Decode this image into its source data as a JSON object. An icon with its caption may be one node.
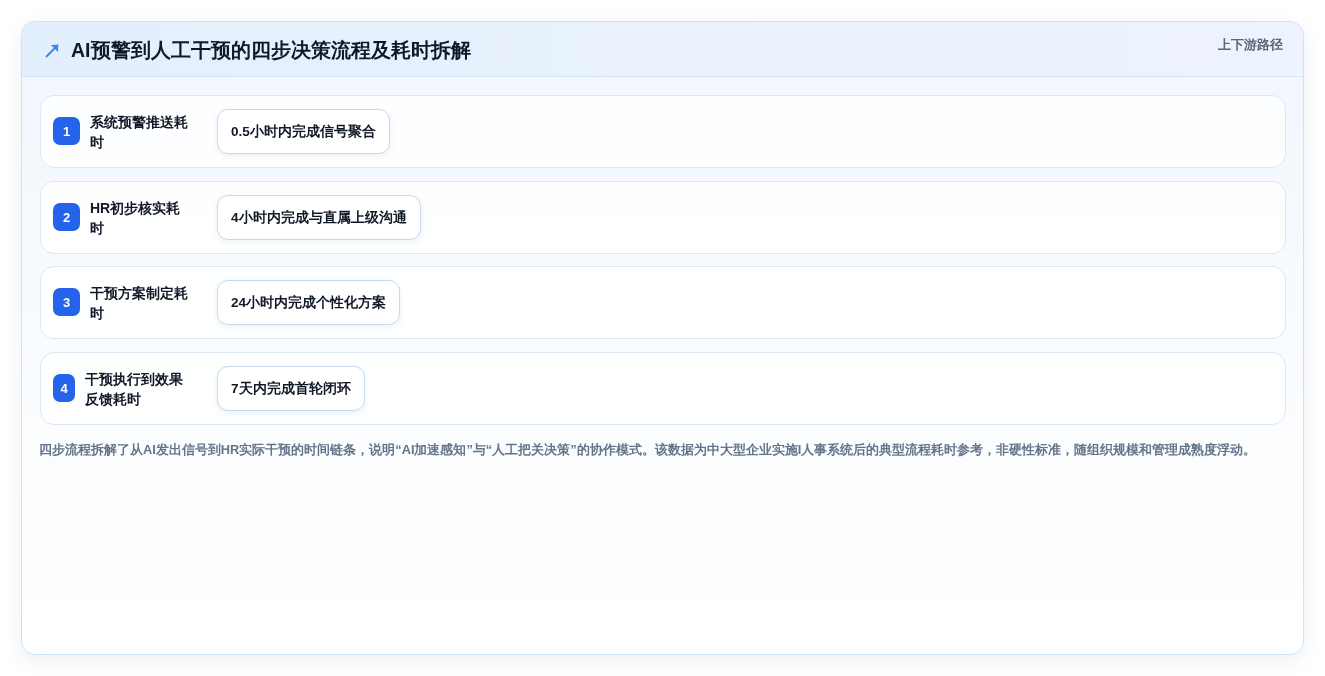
{
  "diagram": {
    "title": "AI预警到人工干预的四步决策流程及耗时拆解",
    "caption": "四步流程拆解了从AI发出信号到HR实际干预的时间链条，说明“AI加速感知”与“人工把关决策”的协作模式。该数据为中大型企业实施I人事系统后的典型流程耗时参考，非硬性标准，随组织规模和管理成熟度浮动。",
    "nodes": [
      {
        "text": [
          "系统预警推送耗时"
        ]
      },
      {
        "text": [
          "1"
        ],
        "in": 0
      },
      {
        "text": [
          "0.5小时内完成信号聚合"
        ],
        "in": 0
      },
      {
        "text": [
          "HR初步核实耗时"
        ]
      },
      {
        "text": [
          "2"
        ],
        "in": 3
      },
      {
        "text": [
          "4小时内完成与直属上级沟通"
        ],
        "in": 3
      },
      {
        "text": [
          "干预方案制定耗时"
        ]
      },
      {
        "text": [
          "3"
        ],
        "in": 6
      },
      {
        "text": [
          "24小时内完成个性化方案"
        ],
        "in": 6
      },
      {
        "text": [
          "干预执行到效果反馈耗时"
        ]
      },
      {
        "text": [
          "4"
        ],
        "in": 9
      },
      {
        "text": [
          "7天内完成首轮闭环"
        ],
        "in": 9
      }
    ],
    "labels": [
      "上下游路径"
    ]
  }
}
